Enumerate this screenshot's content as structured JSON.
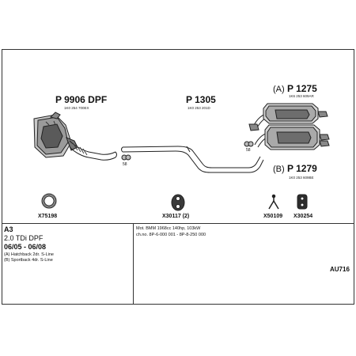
{
  "parts": {
    "dpf": {
      "code": "P 9906 DPF",
      "oem": "1K0 254 700EX"
    },
    "middle": {
      "code": "P 1305",
      "oem": "1K0 253 201D"
    },
    "rear_a": {
      "prefix": "(A)",
      "code": "P 1275",
      "oem": "1K6 253 609AR"
    },
    "rear_b": {
      "prefix": "(B)",
      "code": "P 1279",
      "oem": "1K0 253 609BE"
    },
    "hanger_small": "58"
  },
  "accessories": [
    {
      "code": "X75198",
      "icon": "gasket-ring-icon"
    },
    {
      "code": "X30117 (2)",
      "icon": "rubber-hanger-icon"
    },
    {
      "code": "X50109",
      "icon": "bracket-icon"
    },
    {
      "code": "X30254",
      "icon": "rubber-mount-icon"
    }
  ],
  "vehicle": {
    "model": "A3",
    "engine": "2.0 TDi DPF",
    "years": "06/05 - 06/08",
    "variant_a": "(A) Hatchback 2dr. S-Line",
    "variant_b": "(B) Sportback 4dr. S-Line"
  },
  "motor": {
    "line1": "Mot. BMM 1968cc 140hp, 103kW",
    "line2": "ch.no. 8P-6-000 001 - 8P-8-250 000"
  },
  "diagram_code": "AU716"
}
